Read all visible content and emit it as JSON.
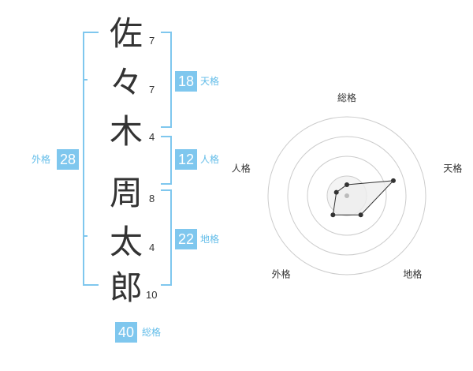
{
  "name_chars": [
    {
      "char": "佐",
      "strokes": "7"
    },
    {
      "char": "々",
      "strokes": "7"
    },
    {
      "char": "木",
      "strokes": "4"
    },
    {
      "char": "周",
      "strokes": "8"
    },
    {
      "char": "太",
      "strokes": "4"
    },
    {
      "char": "郎",
      "strokes": "10"
    }
  ],
  "kakusu": {
    "tenkaku": {
      "value": "18",
      "label": "天格"
    },
    "jinkaku": {
      "value": "12",
      "label": "人格"
    },
    "chikaku": {
      "value": "22",
      "label": "地格"
    },
    "gaikaku": {
      "value": "28",
      "label": "外格"
    },
    "soukaku": {
      "value": "40",
      "label": "総格"
    }
  },
  "radar": {
    "axes": [
      "総格",
      "天格",
      "地格",
      "外格",
      "人格"
    ],
    "values": [
      0.14,
      0.62,
      0.3,
      0.3,
      0.14
    ],
    "rings": 4,
    "fill_color": "#eeeeee",
    "line_color": "#333333"
  },
  "colors": {
    "accent": "#7fc7ee",
    "accent_text": "#63bde9"
  }
}
